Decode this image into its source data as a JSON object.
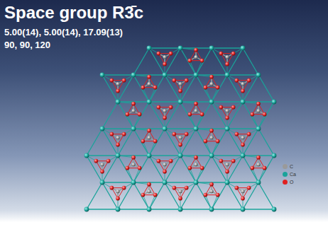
{
  "diagram": {
    "title": "Space group R3̄c",
    "labels": [
      "5.00(14), 5.00(14), 17.09(13)",
      "90, 90, 120"
    ],
    "legend": [
      {
        "text": "C",
        "color": "#9a9a9a"
      },
      {
        "text": "Ca",
        "color": "#1aa39a"
      },
      {
        "text": "O",
        "color": "#e02020"
      }
    ]
  }
}
